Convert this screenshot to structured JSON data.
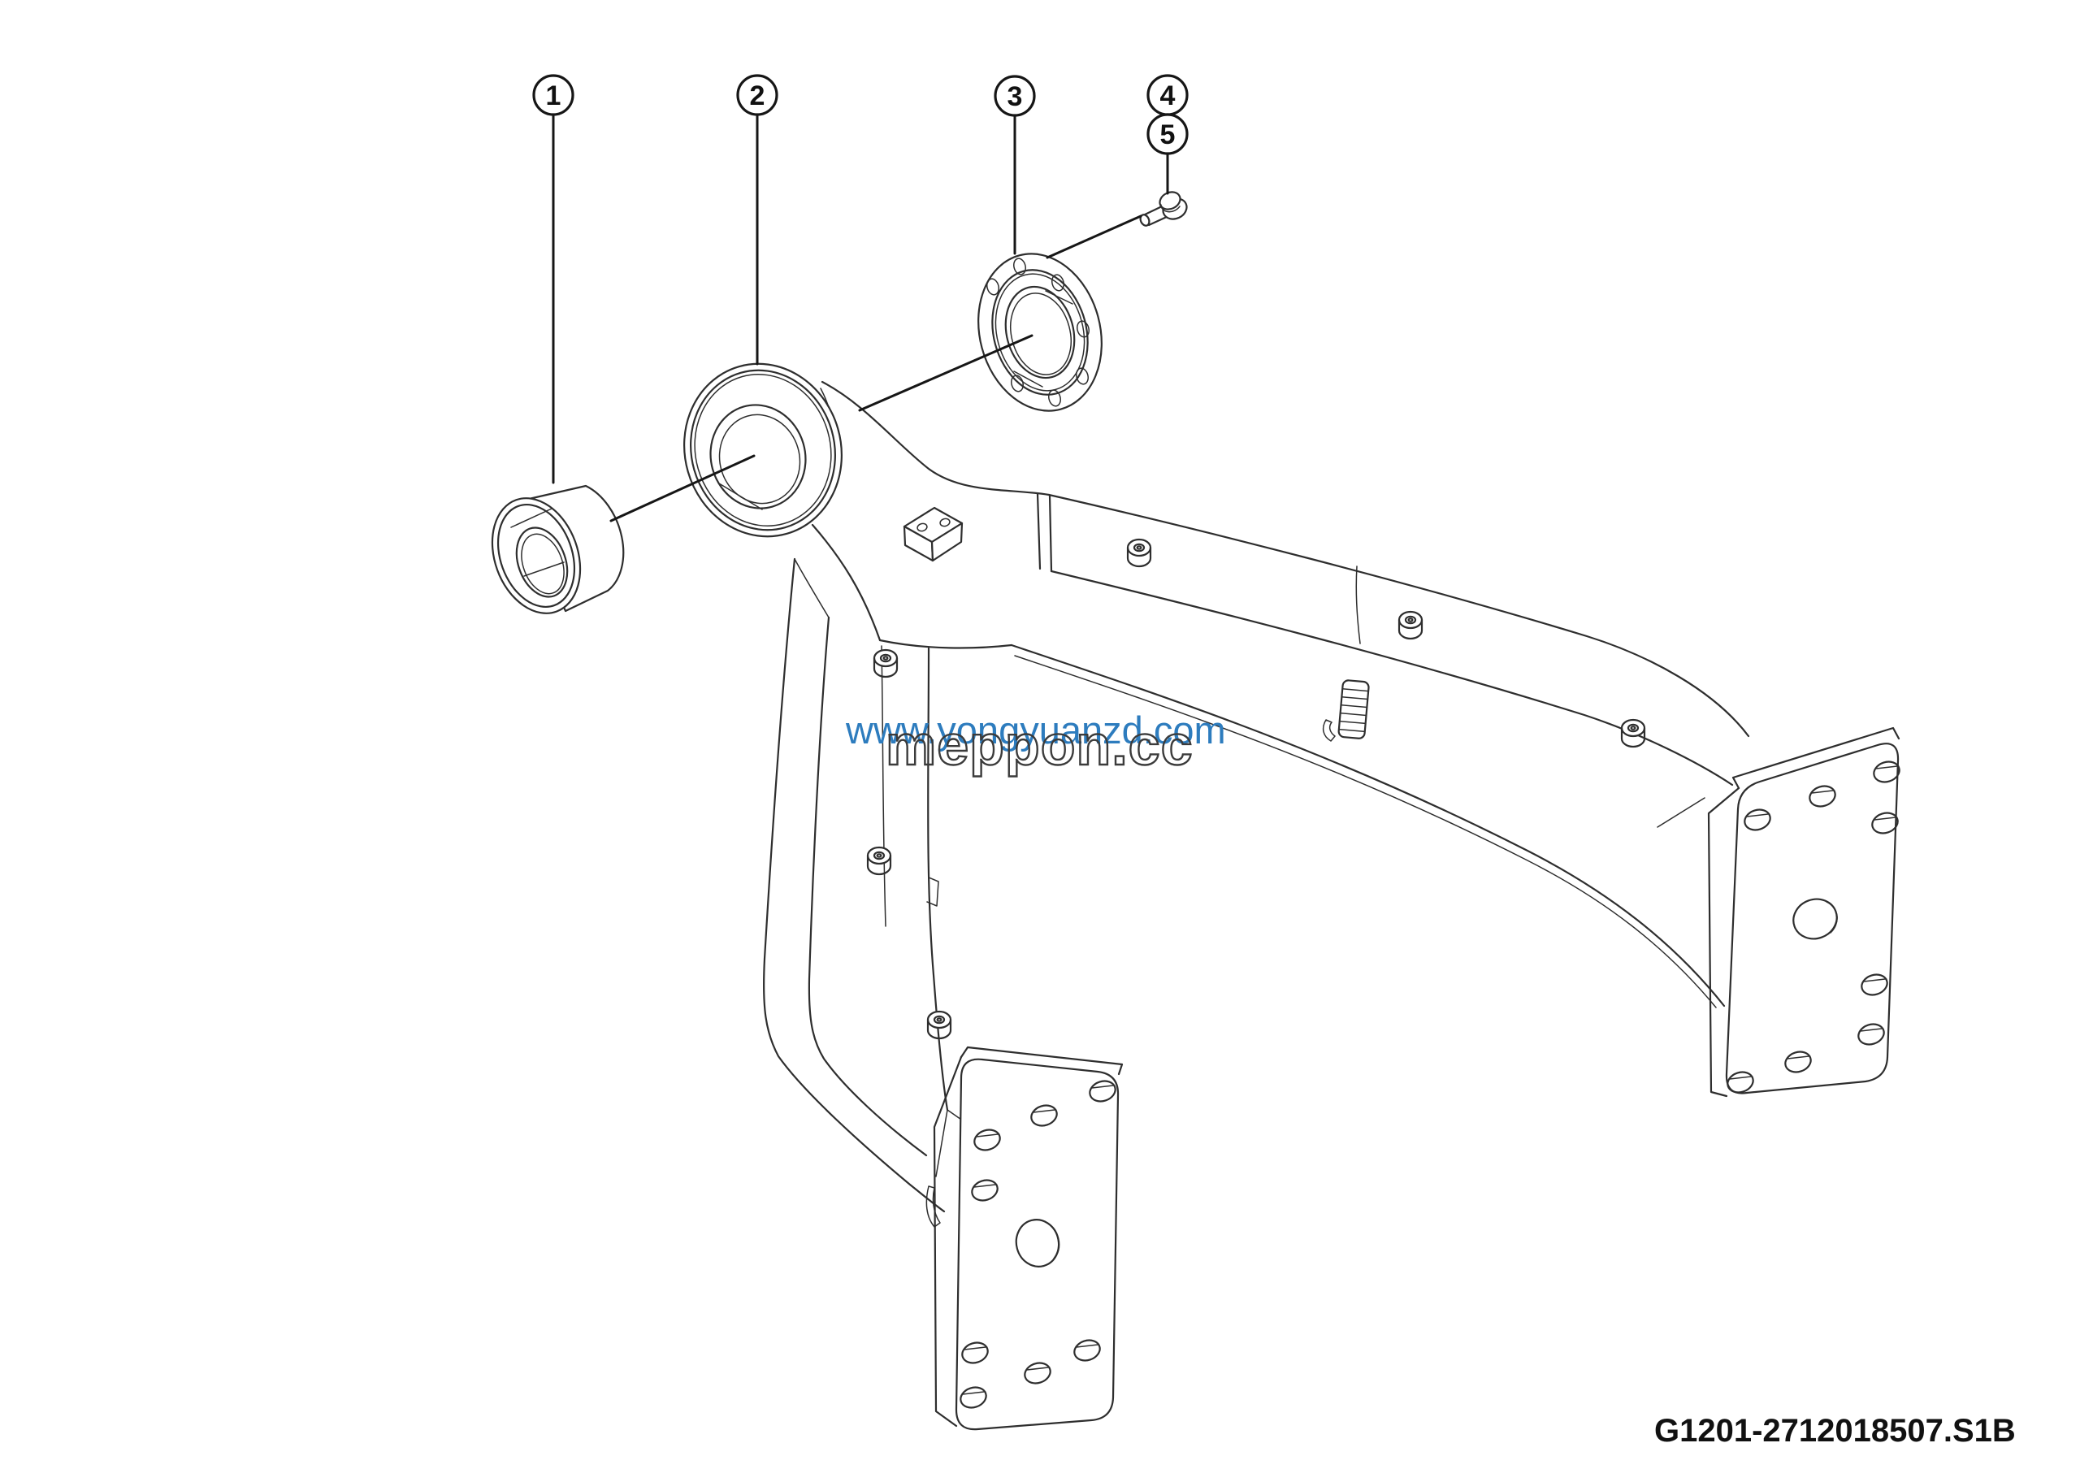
{
  "figure": {
    "part_number": "G1201-2712018507.S1B",
    "watermarks": {
      "blue": "www.yongyuanzd.com",
      "outline": "meppon.cc"
    },
    "callouts": [
      {
        "label": "1"
      },
      {
        "label": "2"
      },
      {
        "label": "3"
      },
      {
        "label": "4"
      },
      {
        "label": "5"
      }
    ],
    "colors": {
      "line": "#2e2e2e",
      "leader": "#161616",
      "watermark_blue": "#2d7cbe",
      "watermark_outline": "#3b3b3b",
      "part_number_text": "#111111",
      "background": "#ffffff"
    }
  }
}
